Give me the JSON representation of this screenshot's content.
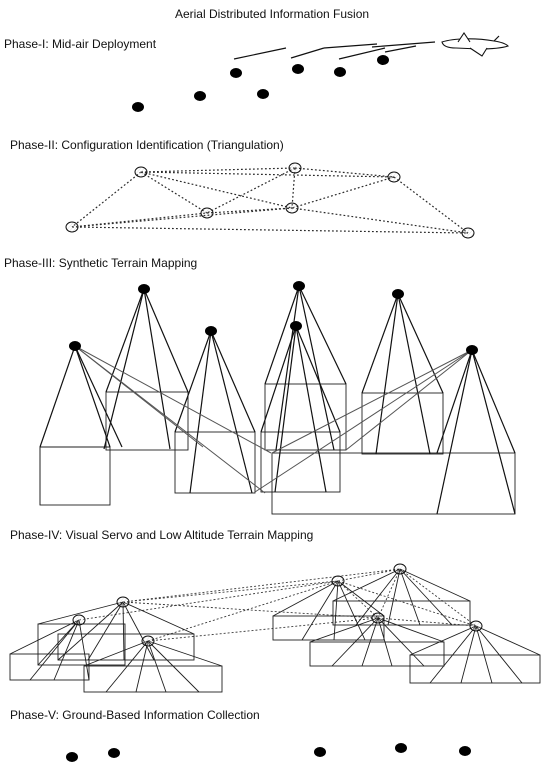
{
  "title": "Aerial Distributed Information Fusion",
  "phases": [
    {
      "id": "phase-1",
      "label": "Phase-I: Mid-air Deployment"
    },
    {
      "id": "phase-2",
      "label": "Phase-II: Configuration Identification (Triangulation)"
    },
    {
      "id": "phase-3",
      "label": "Phase-III: Synthetic Terrain Mapping"
    },
    {
      "id": "phase-4",
      "label": "Phase-IV: Visual Servo and Low Altitude Terrain Mapping"
    },
    {
      "id": "phase-5",
      "label": "Phase-V: Ground-Based Information Collection"
    }
  ],
  "icons": {
    "aircraft": "aircraft-icon",
    "sensor_node": "sensor-node-icon"
  }
}
